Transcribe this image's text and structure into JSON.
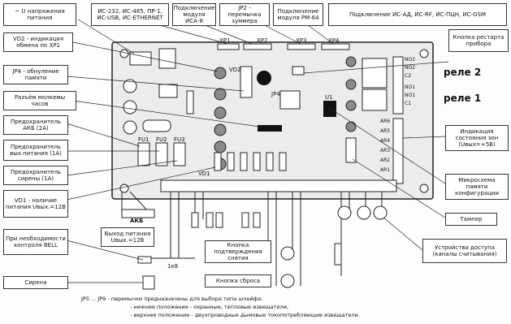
{
  "labels": {
    "u_power": "~ U напряжения питания",
    "interfaces": "ИС-232, ИС-485, ПР-1, ИС-USB, ИС-ETHERNET",
    "module_ics": "Подключение модуля ИСА-8",
    "jp2": "JP2 - перемычка зуммера",
    "module_pm": "Подключение модуля PM-64",
    "module_ica": "Подключение ИС-АД, ИС-RF, ИС-ПЦН, ИС-GSM",
    "vd2": "VD2 - индикация обмена по ХР1",
    "jp4": "JP4 - обнуление памяти",
    "clock": "Разъём молкемы часов",
    "fuse_akb": "Предохранитель АКБ (2А)",
    "fuse_out": "Предохранитель вых.питания (1А)",
    "fuse_siren": "Предохранитель сирены (1А)",
    "vd1": "VD1 - наличие питания Uвых.=12В",
    "bell": "При необходимости контроля BELL",
    "siren": "Сирена",
    "restart": "Кнопка рестарта прибора",
    "relay2": "реле 2",
    "relay1": "реле 1",
    "zone_ind": "Индикация состояния зон (Uвых=+5В)",
    "dip": "Микросхема памяти конфигурации",
    "tamper": "Тампер",
    "access": "Устройства доступа (каналы считывания)",
    "out_power": "Выход питания Uвых.=12В",
    "confirm_btn": "Кнопка подтверждения снятия",
    "reset_btn": "Кнопка сброса",
    "akb": "АКБ",
    "resistor": "1к8",
    "jp_note1": "JP5 ... JP9 - перемычки предназначены для выбора типа шлейфа:",
    "jp_note2": "- нижнее положение - охранные, тепловые извещатели;",
    "jp_note3": "- верхнее положение - двухпроводные дымовые токопотребляющие извещатели."
  },
  "board": {
    "connectors": [
      "XP1",
      "XP2",
      "XP3",
      "XP4"
    ],
    "vd2": "VD2",
    "jp4": "JP4",
    "fuses": [
      "FU1",
      "FU2",
      "FU3"
    ],
    "vd1": "VD1",
    "ar_labels": [
      "AR6",
      "AR5",
      "AR4",
      "AR3",
      "AR2",
      "AR1"
    ],
    "relay_terms": [
      "NO2",
      "NO2",
      "C2",
      "NO1",
      "NO1",
      "C1"
    ],
    "u1": "U1"
  },
  "colors": {
    "board": "#e9e9e9",
    "line": "#222222",
    "component": "#111111",
    "led": "#7a7a7a"
  }
}
